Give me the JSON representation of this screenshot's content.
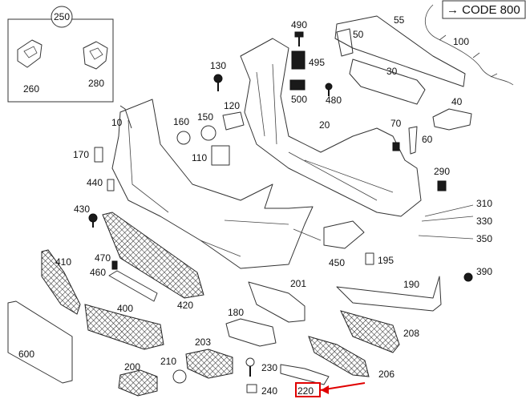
{
  "code_note": "→ CODE 800",
  "group_label": "250",
  "highlight_color": "#e00000",
  "highlighted_part": "220",
  "labels": {
    "l10": "10",
    "l20": "20",
    "l30": "30",
    "l40": "40",
    "l50": "50",
    "l55": "55",
    "l60": "60",
    "l70": "70",
    "l100": "100",
    "l110": "110",
    "l120": "120",
    "l130": "130",
    "l150": "150",
    "l160": "160",
    "l170": "170",
    "l180": "180",
    "l190": "190",
    "l195": "195",
    "l200": "200",
    "l201": "201",
    "l203": "203",
    "l206": "206",
    "l208": "208",
    "l210": "210",
    "l220": "220",
    "l230": "230",
    "l240": "240",
    "l260": "260",
    "l280": "280",
    "l290": "290",
    "l310": "310",
    "l330": "330",
    "l350": "350",
    "l390": "390",
    "l400": "400",
    "l410": "410",
    "l420": "420",
    "l430": "430",
    "l440": "440",
    "l450": "450",
    "l460": "460",
    "l470": "470",
    "l480": "480",
    "l490": "490",
    "l495": "495",
    "l500": "500",
    "l600": "600"
  }
}
